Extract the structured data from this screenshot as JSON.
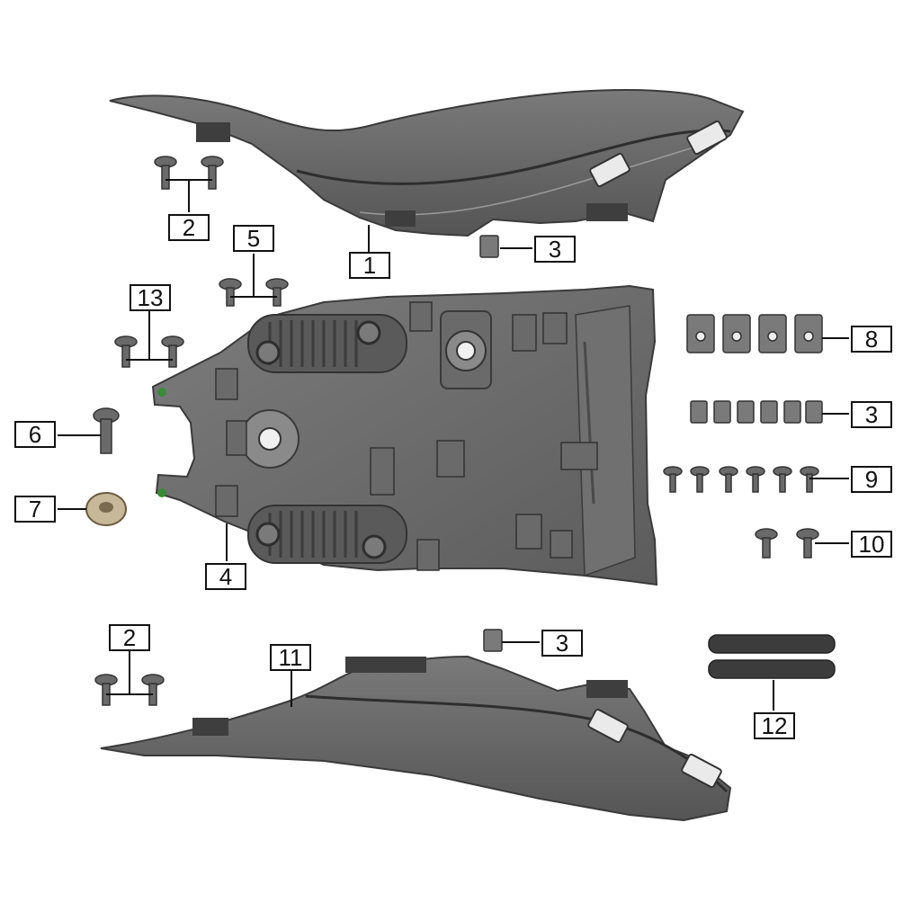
{
  "diagram": {
    "type": "exploded-parts-diagram",
    "colors": {
      "part_fill": "#6e6e6e",
      "part_dark": "#4a4a4a",
      "part_light": "#8a8a8a",
      "line": "#111111",
      "background": "#ffffff"
    },
    "callouts": {
      "top_cover": "1",
      "upper_left_screws": "2",
      "upper_clip": "3",
      "seat_base": "4",
      "center_screws": "5",
      "bolt": "6",
      "washer": "7",
      "clip_nuts": "8",
      "small_clips": "3",
      "screws_row": "9",
      "screws_pair": "10",
      "lower_cover": "11",
      "rubber_strips": "12",
      "left_screws": "13",
      "lower_left_screws": "2",
      "lower_clip": "3"
    }
  }
}
